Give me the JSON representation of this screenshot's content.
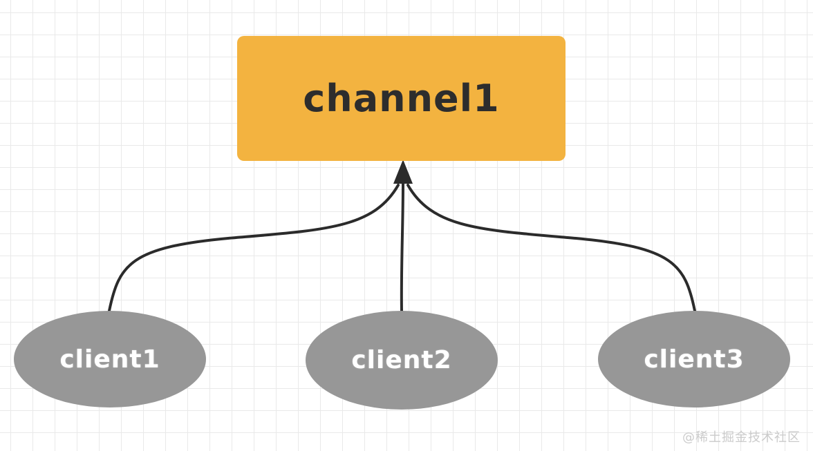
{
  "diagram": {
    "channel": {
      "label": "channel1"
    },
    "clients": [
      {
        "label": "client1"
      },
      {
        "label": "client2"
      },
      {
        "label": "client3"
      }
    ],
    "arrows": [
      {
        "from": "client1",
        "to": "channel1"
      },
      {
        "from": "client2",
        "to": "channel1"
      },
      {
        "from": "client3",
        "to": "channel1"
      }
    ],
    "colors": {
      "channel_fill": "#f3b340",
      "channel_text": "#2d2d2d",
      "client_fill": "#979797",
      "client_text": "#ffffff",
      "arrow": "#2b2b2b",
      "grid_line": "#e9e9e9",
      "background": "#ffffff",
      "watermark_color": "#cbcbcb"
    }
  },
  "watermark": {
    "text": "@稀土掘金技术社区"
  }
}
